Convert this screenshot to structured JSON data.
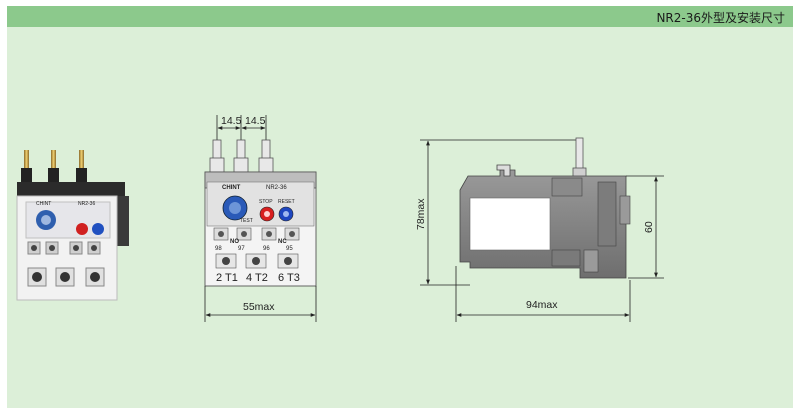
{
  "header": {
    "title": "NR2-36外型及安装尺寸"
  },
  "front_view": {
    "dims": {
      "pitch_1": "14.5",
      "pitch_2": "14.5",
      "width": "55max"
    },
    "brand": "CHINT",
    "model": "NR2-36",
    "test": "TEST",
    "stop": "STOP",
    "reset": "RESET",
    "no": "NO",
    "nc": "NC",
    "no_terms": [
      "98",
      "97"
    ],
    "nc_terms": [
      "96",
      "95"
    ],
    "terms": [
      "2 T1",
      "4 T2",
      "6 T3"
    ]
  },
  "side_view": {
    "dims": {
      "height": "78max",
      "mount": "60",
      "depth": "94max"
    }
  }
}
